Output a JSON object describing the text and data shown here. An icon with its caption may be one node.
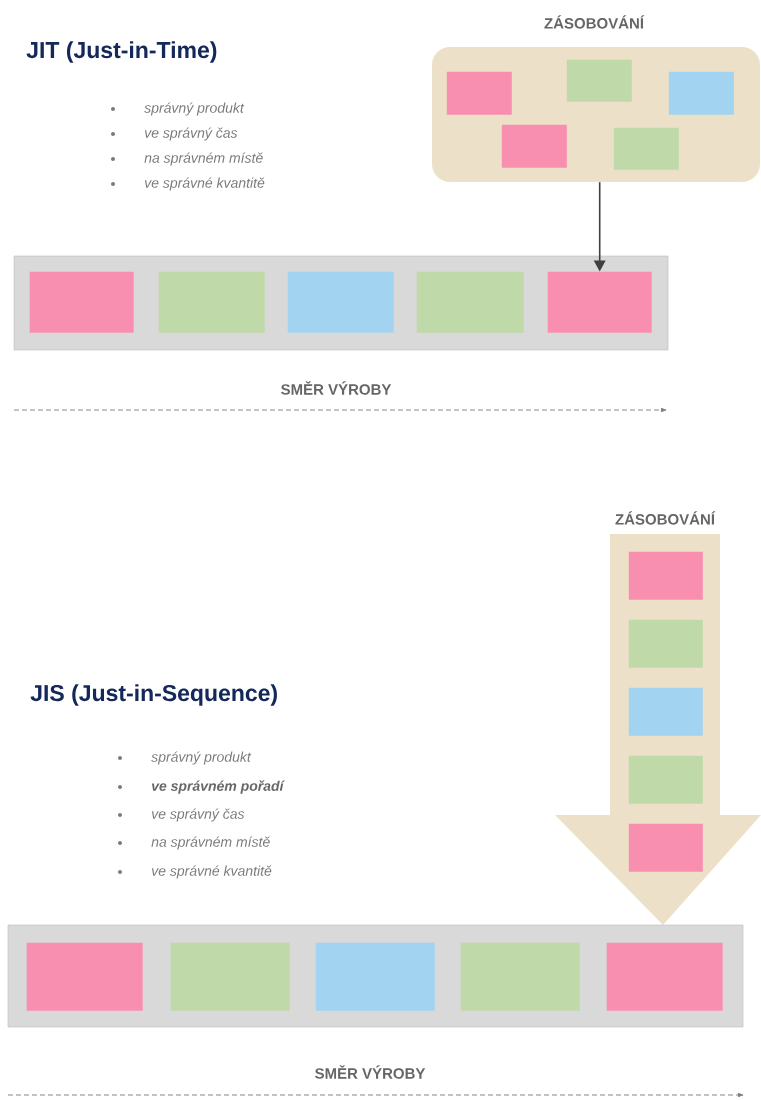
{
  "diagram": {
    "nodes": [
      {
        "text": [
          "ZÁSOBOVÁNÍ"
        ]
      },
      {
        "text": [],
        "shape": "box",
        "in": 0
      },
      {
        "text": [],
        "shape": "box",
        "in": 0
      },
      {
        "text": [],
        "shape": "box",
        "in": 0
      },
      {
        "text": [],
        "shape": "box",
        "in": 0
      },
      {
        "text": [],
        "shape": "box",
        "in": 0
      },
      {
        "text": [],
        "shape": "bar"
      },
      {
        "text": [],
        "shape": "box",
        "in": 6
      },
      {
        "text": [],
        "shape": "box",
        "in": 6
      },
      {
        "text": [],
        "shape": "box",
        "in": 6
      },
      {
        "text": [],
        "shape": "box",
        "in": 6
      },
      {
        "text": [],
        "shape": "box",
        "in": 6
      },
      {
        "text": [
          "ZÁSOBOVÁNÍ"
        ]
      },
      {
        "text": [],
        "shape": "box",
        "in": 12
      },
      {
        "text": [],
        "shape": "box",
        "in": 12
      },
      {
        "text": [],
        "shape": "box",
        "in": 12
      },
      {
        "text": [],
        "shape": "box",
        "in": 12
      },
      {
        "text": [],
        "shape": "box",
        "in": 12
      },
      {
        "text": [],
        "shape": "bar"
      },
      {
        "text": [],
        "shape": "box",
        "in": 18
      },
      {
        "text": [],
        "shape": "box",
        "in": 18
      },
      {
        "text": [],
        "shape": "box",
        "in": 18
      },
      {
        "text": [],
        "shape": "box",
        "in": 18
      },
      {
        "text": [],
        "shape": "box",
        "in": 18
      }
    ],
    "edges": [
      {
        "from": 0,
        "to": 11,
        "arrow": "to"
      }
    ],
    "labels": [
      "JIT (Just-in-Time)",
      "správný produkt",
      "ve správný čas",
      "na správném místě",
      "ve správné kvantitě",
      "SMĚR VÝROBY",
      "JIS (Just-in-Sequence)",
      "správný produkt",
      "ve správném pořadí",
      "ve správný čas",
      "na správném místě",
      "ve správné kvantitě",
      "SMĚR VÝROBY"
    ]
  }
}
